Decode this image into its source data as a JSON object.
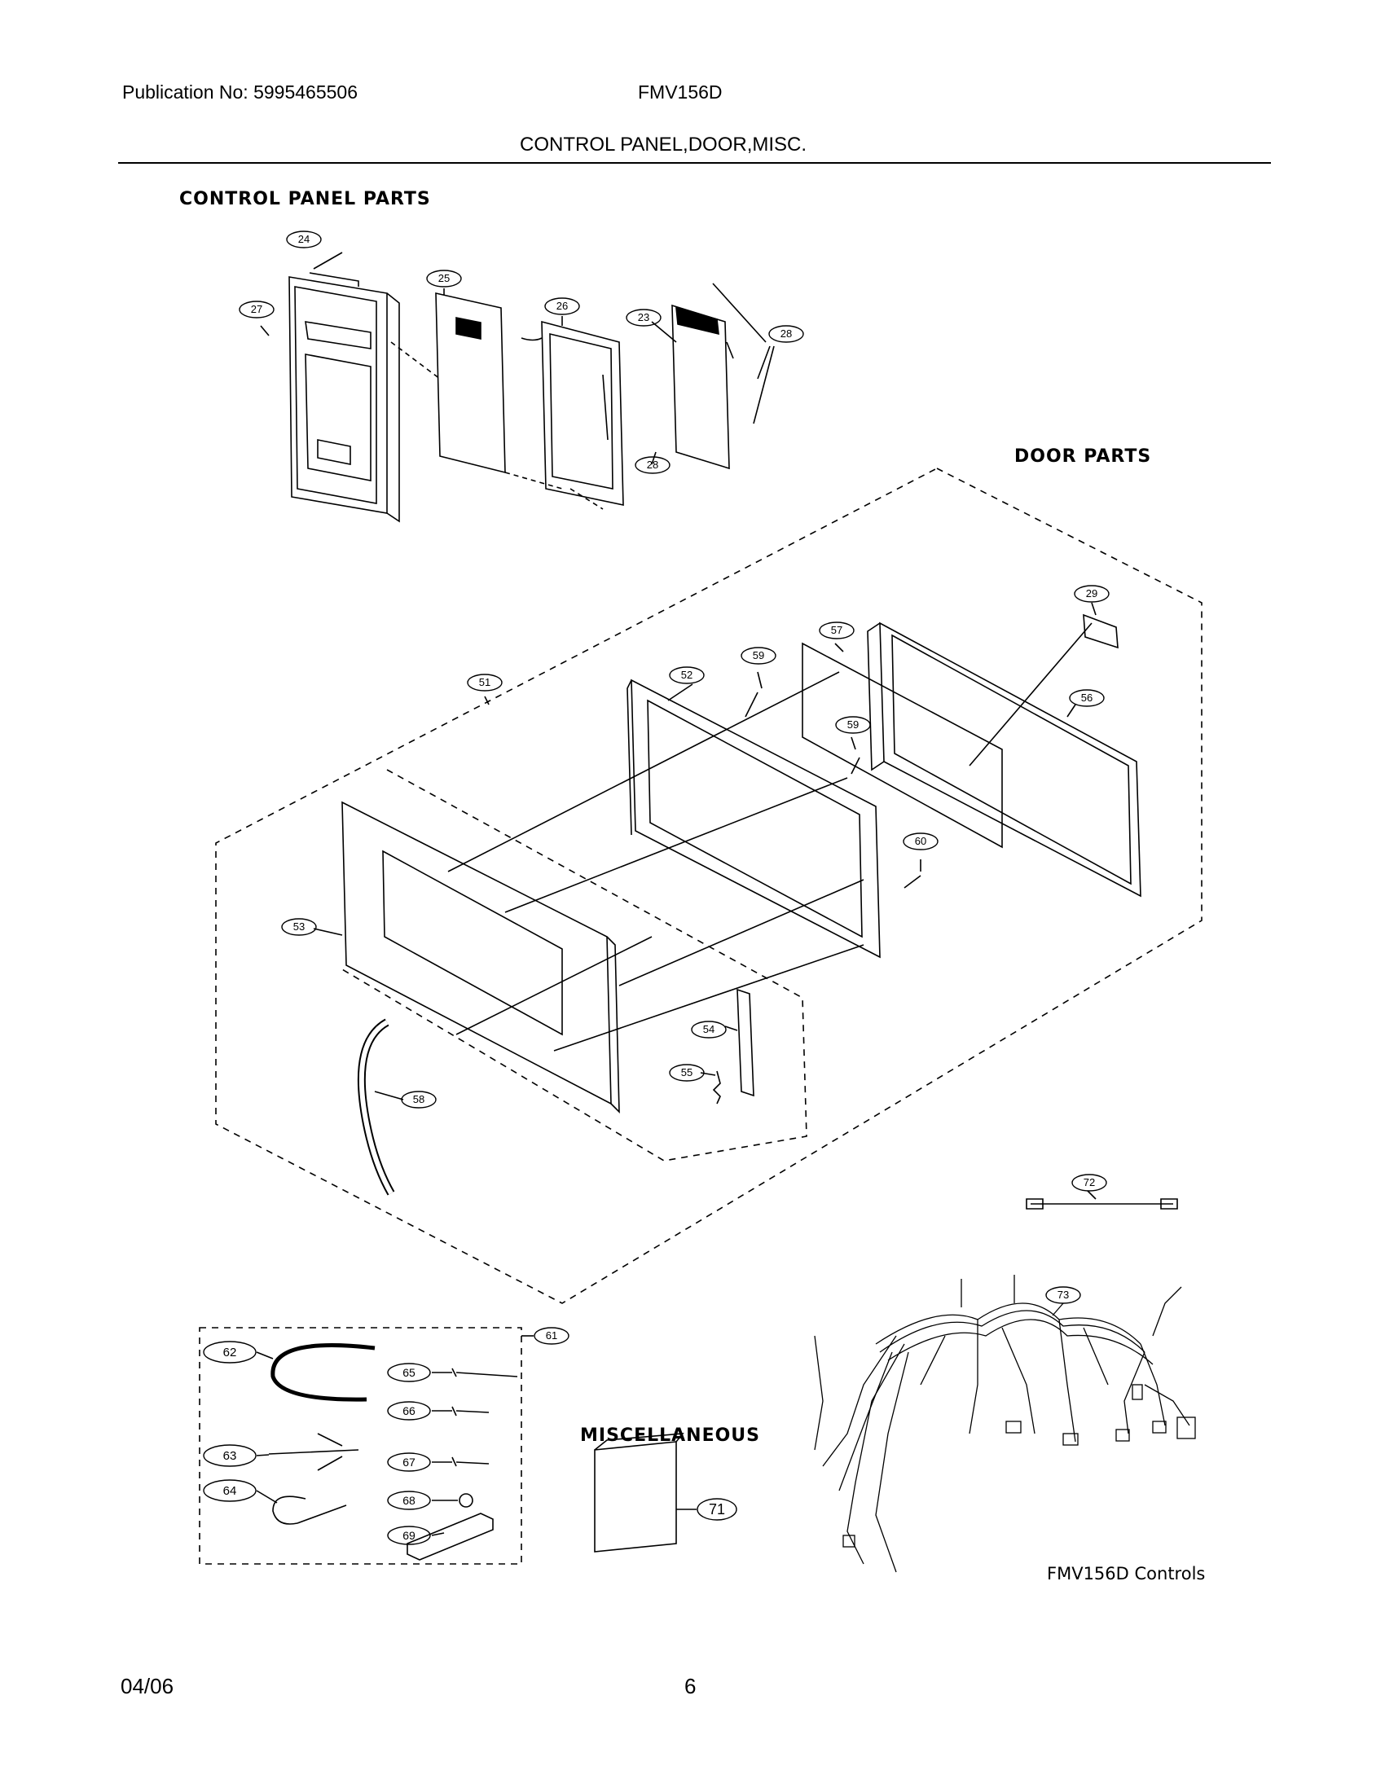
{
  "header": {
    "publication": "Publication No: 5995465506",
    "model": "FMV156D",
    "title": "CONTROL PANEL,DOOR,MISC."
  },
  "sections": {
    "control_panel": "CONTROL PANEL PARTS",
    "door": "DOOR PARTS",
    "misc": "MISCELLANEOUS"
  },
  "callouts": {
    "p24": "24",
    "p25": "25",
    "p26": "26",
    "p27": "27",
    "p23": "23",
    "p28a": "28",
    "p28b": "28",
    "p29": "29",
    "p51": "51",
    "p52": "52",
    "p53": "53",
    "p54": "54",
    "p55": "55",
    "p56": "56",
    "p57": "57",
    "p58": "58",
    "p59a": "59",
    "p59b": "59",
    "p60": "60",
    "p61": "61",
    "p62": "62",
    "p63": "63",
    "p64": "64",
    "p65": "65",
    "p66": "66",
    "p67": "67",
    "p68": "68",
    "p69": "69",
    "p71": "71",
    "p72": "72",
    "p73": "73"
  },
  "harness_caption": "FMV156D Controls",
  "footer": {
    "date": "04/06",
    "page": "6"
  }
}
